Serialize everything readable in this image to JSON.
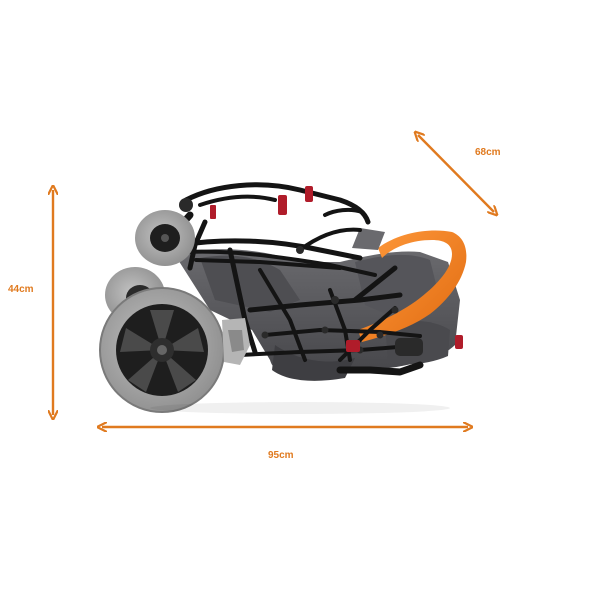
{
  "dimensions": {
    "height": "44cm",
    "depth": "68cm",
    "length": "95cm"
  },
  "colors": {
    "arrow": "#e07a1f",
    "frame": "#141414",
    "fabric": "#5a5a5e",
    "accent": "#f07d1e",
    "tyre": "#a9a9a9",
    "hub": "#1e1e1e",
    "clip": "#b01c2a"
  },
  "product": "folded-stroller"
}
